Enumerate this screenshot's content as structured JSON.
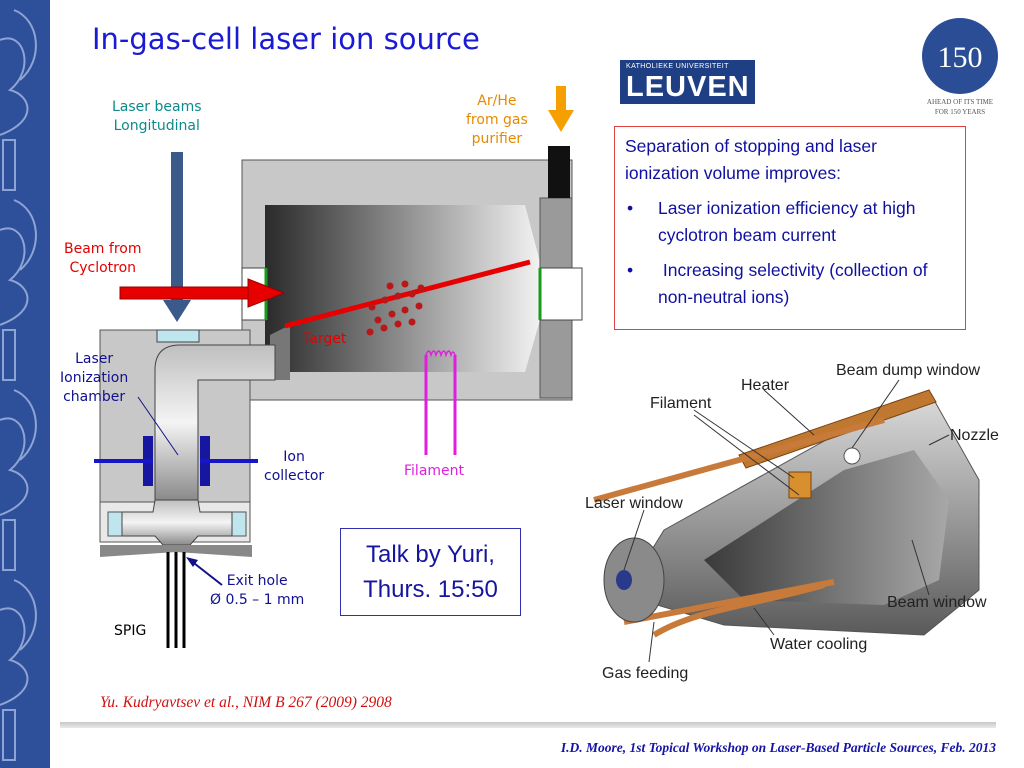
{
  "slide": {
    "title": "In-gas-cell laser ion source",
    "logo": {
      "org_small": "KATHOLIEKE UNIVERSITEIT",
      "org_big": "LEUVEN"
    },
    "anniversary": {
      "number": "150",
      "tagline_1": "AHEAD OF ITS TIME",
      "tagline_2": "FOR 150 YEARS"
    }
  },
  "diagram": {
    "laser_beams": [
      "Laser beams",
      "Longitudinal"
    ],
    "gas": [
      "Ar/He",
      "from gas",
      "purifier"
    ],
    "beam": [
      "Beam from",
      "Cyclotron"
    ],
    "target": "Target",
    "laser_chamber": [
      "Laser",
      "Ionization",
      "chamber"
    ],
    "ion_collector": [
      "Ion",
      "collector"
    ],
    "filament": "Filament",
    "exit_hole": [
      "Exit hole",
      "Ø 0.5 – 1 mm"
    ],
    "spig": "SPIG"
  },
  "separation_box": {
    "intro": "Separation of stopping and laser ionization volume improves:",
    "bullet_char": "•",
    "bullets": [
      "Laser ionization efficiency at high cyclotron beam current",
      " Increasing selectivity (collection of non-neutral ions)"
    ]
  },
  "talk": {
    "line1": "Talk by Yuri,",
    "line2": "Thurs. 15:50"
  },
  "photo_labels": {
    "heater": "Heater",
    "beam_dump_window": "Beam dump window",
    "filament": "Filament",
    "nozzle": "Nozzle",
    "laser_window": "Laser window",
    "beam_window": "Beam window",
    "water_cooling": "Water cooling",
    "gas_feeding": "Gas feeding"
  },
  "citation": "Yu. Kudryavtsev et al., NIM B 267 (2009) 2908",
  "footer": "I.D. Moore, 1st Topical Workshop on Laser-Based Particle Sources, Feb. 2013",
  "colors": {
    "sidebar": "#2e4f9a",
    "title": "#1a1ad6",
    "laser": "#3a5a8a",
    "beam": "#e60000",
    "filament": "#e01ee0"
  }
}
